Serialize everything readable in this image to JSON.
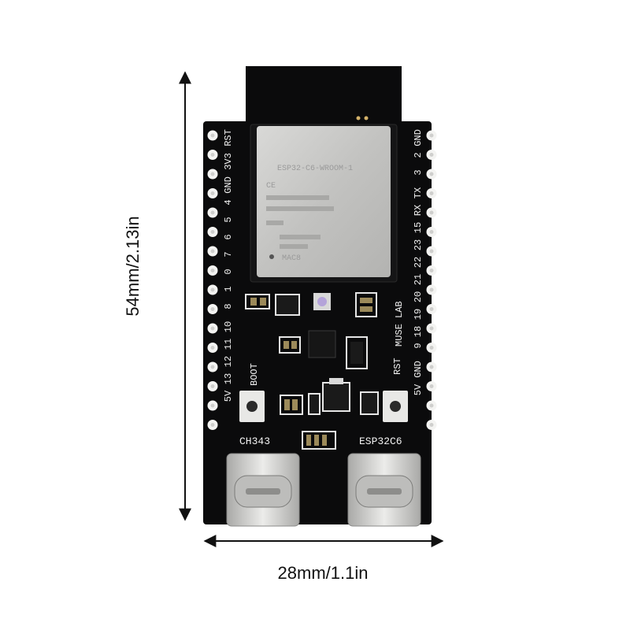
{
  "dimensions": {
    "height_label": "54mm/2.13in",
    "width_label": "28mm/1.1in"
  },
  "board": {
    "module_lines": [
      "ESP32-C6-WROOM-1",
      "CE",
      "MAC8"
    ],
    "chip_labels": {
      "ch343": "CH343",
      "esp32c6": "ESP32C6",
      "boot": "BOOT",
      "rst": "RST",
      "brand": "MUSE LAB"
    },
    "left_pins": [
      "RST",
      "3V3",
      "GND",
      "4",
      "5",
      "6",
      "7",
      "0",
      "1",
      "8",
      "10",
      "11",
      "12",
      "13",
      "5V"
    ],
    "right_pins": [
      "GND",
      "2",
      "3",
      "TX",
      "RX",
      "15",
      "23",
      "22",
      "21",
      "20",
      "19",
      "18",
      "9",
      "GND",
      "5V"
    ],
    "colors": {
      "pcb": "#0b0b0c",
      "silkscreen": "#f2f2f2",
      "shield": "#c9c9c7",
      "usb_metal": "#d6d6d4"
    }
  }
}
